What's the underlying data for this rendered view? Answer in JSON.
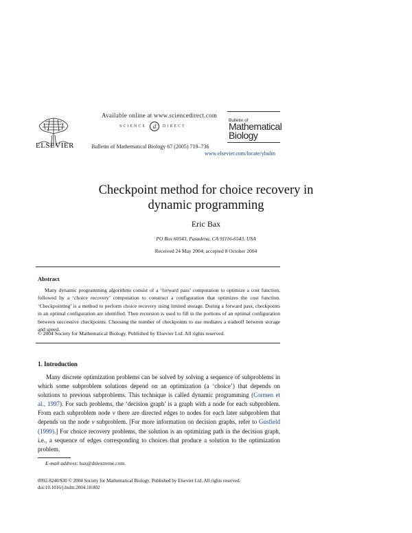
{
  "header": {
    "publisher": "ELSEVIER",
    "available_online": "Available online at www.sciencedirect.com",
    "sciencedirect_left": "SCIENCE",
    "sciencedirect_right": "DIRECT",
    "journal_citation": "Bulletin of Mathematical Biology 67 (2005) 719–736",
    "journal_box_small": "Bulletin of",
    "journal_box_title_1": "Mathematical",
    "journal_box_title_2": "Biology",
    "url": "www.elsevier.com/locate/ybulm"
  },
  "article": {
    "title_line1": "Checkpoint method for choice recovery in",
    "title_line2": "dynamic programming",
    "author": "Eric Bax",
    "address": "PO Box 60543, Pasadena, CA 91116-6543, USA",
    "dates": "Received 24 May 2004; accepted 8 October 2004"
  },
  "abstract": {
    "heading": "Abstract",
    "text": "Many dynamic programming algorithms consist of a ‘forward pass’ computation to optimize a cost function, followed by a ‘choice recovery’ computation to construct a configuration that optimizes the cost function. ‘Checkpointing’ is a method to perform choice recovery using limited storage. During a forward pass, checkpoints in an optimal configuration are identified. Then recursion is used to fill in the portions of an optimal configuration between successive checkpoints. Choosing the number of checkpoints to use mediates a tradeoff between storage and speed.",
    "copyright": "© 2004 Society for Mathematical Biology. Published by Elsevier Ltd. All rights reserved."
  },
  "introduction": {
    "heading": "1. Introduction",
    "p1": "Many discrete optimization problems can be solved by solving a sequence of subproblems in which some subproblem solutions depend on an optimization (a ‘choice’) that depends on solutions to previous subproblems. This technique is called dynamic programming (",
    "cite1": "Cormen et al., 1997",
    "p2": "). For such problems, the ‘decision graph’ is a graph with a node for each subproblem. From each subproblem node ",
    "var_v1": "v",
    "p3": " there are directed edges to nodes for each later subproblem that depends on the node ",
    "var_v2": "v",
    "p4": " subproblem. [For more information on decision graphs, refer to ",
    "cite2": "Gusfield (1999)",
    "p5": ".] For choice recovery problems, the solution is an optimizing path in the decision graph, i.e., a sequence of edges corresponding to choices that produce a solution to the optimization problem."
  },
  "footnote": {
    "label": "E-mail address:",
    "value": "bax@dslextreme.com."
  },
  "footer": {
    "line1": "0092-8240/$30 © 2004 Society for Mathematical Biology. Published by Elsevier Ltd. All rights reserved.",
    "line2": "doi:10.1016/j.bulm.2004.10.002"
  }
}
